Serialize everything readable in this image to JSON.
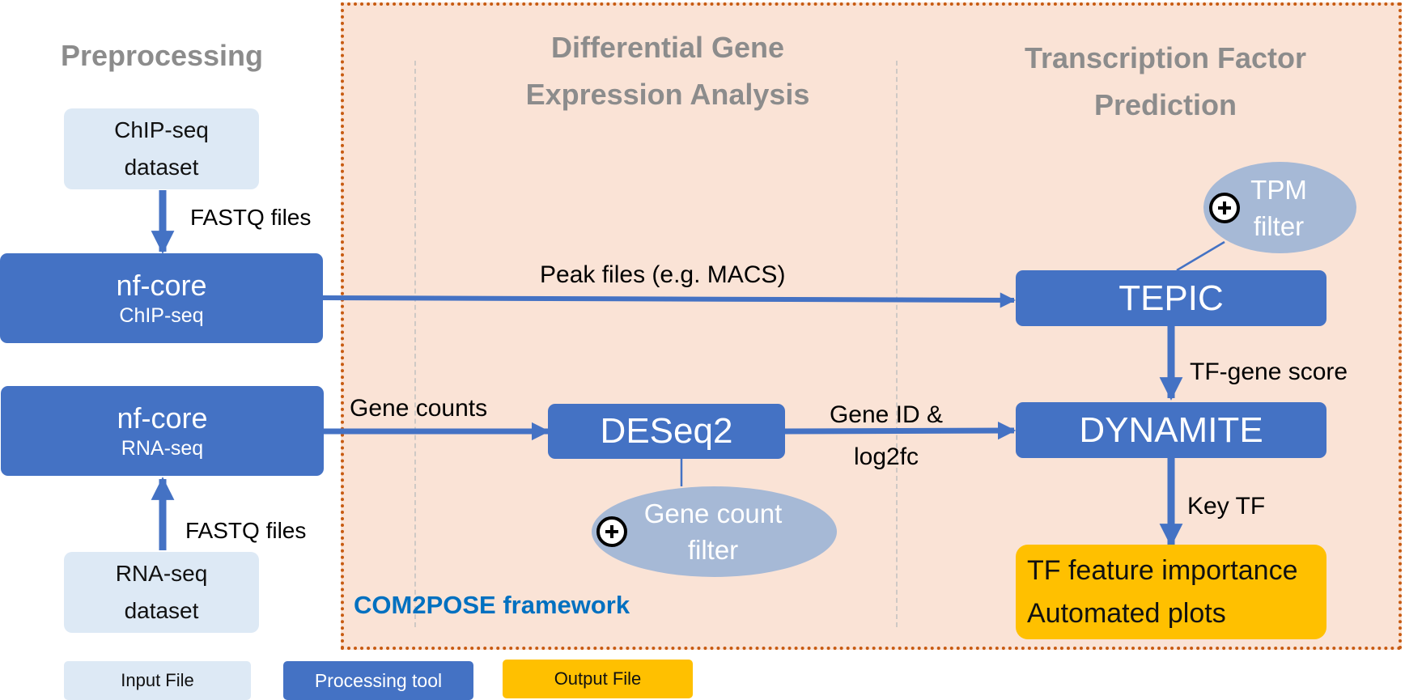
{
  "sections": {
    "preprocessing": "Preprocessing",
    "dge": [
      "Differential Gene",
      "Expression Analysis"
    ],
    "tf": [
      "Transcription Factor",
      "Prediction"
    ]
  },
  "nodes": {
    "chip_dataset": [
      "ChIP-seq",
      "dataset"
    ],
    "rna_dataset": [
      "RNA-seq",
      "dataset"
    ],
    "nfcore_chip": {
      "main": "nf-core",
      "sub": "ChIP-seq"
    },
    "nfcore_rna": {
      "main": "nf-core",
      "sub": "RNA-seq"
    },
    "deseq2": "DESeq2",
    "tepic": "TEPIC",
    "dynamite": "DYNAMITE",
    "output": [
      "TF feature importance",
      "Automated plots"
    ]
  },
  "filters": {
    "tpm": [
      "TPM",
      "filter"
    ],
    "gene_count": [
      "Gene count",
      "filter"
    ]
  },
  "edges": {
    "fastq_top": "FASTQ files",
    "fastq_bottom": "FASTQ files",
    "peak_files": "Peak files (e.g. MACS)",
    "gene_counts": "Gene counts",
    "gene_id": [
      "Gene ID &",
      "log2fc"
    ],
    "tf_gene_score": "TF-gene score",
    "key_tf": "Key TF"
  },
  "framework_label": "COM2POSE framework",
  "legend": {
    "input": "Input File",
    "processing": "Processing tool",
    "output": "Output File"
  },
  "colors": {
    "frame_fill": "#fae3d6",
    "frame_border": "#c75b12",
    "input": "#dde9f5",
    "tool": "#4472c4",
    "output": "#ffc000",
    "filter": "#a6b9d6",
    "framework_text": "#0070c0",
    "section_title": "#8c8c8c"
  }
}
